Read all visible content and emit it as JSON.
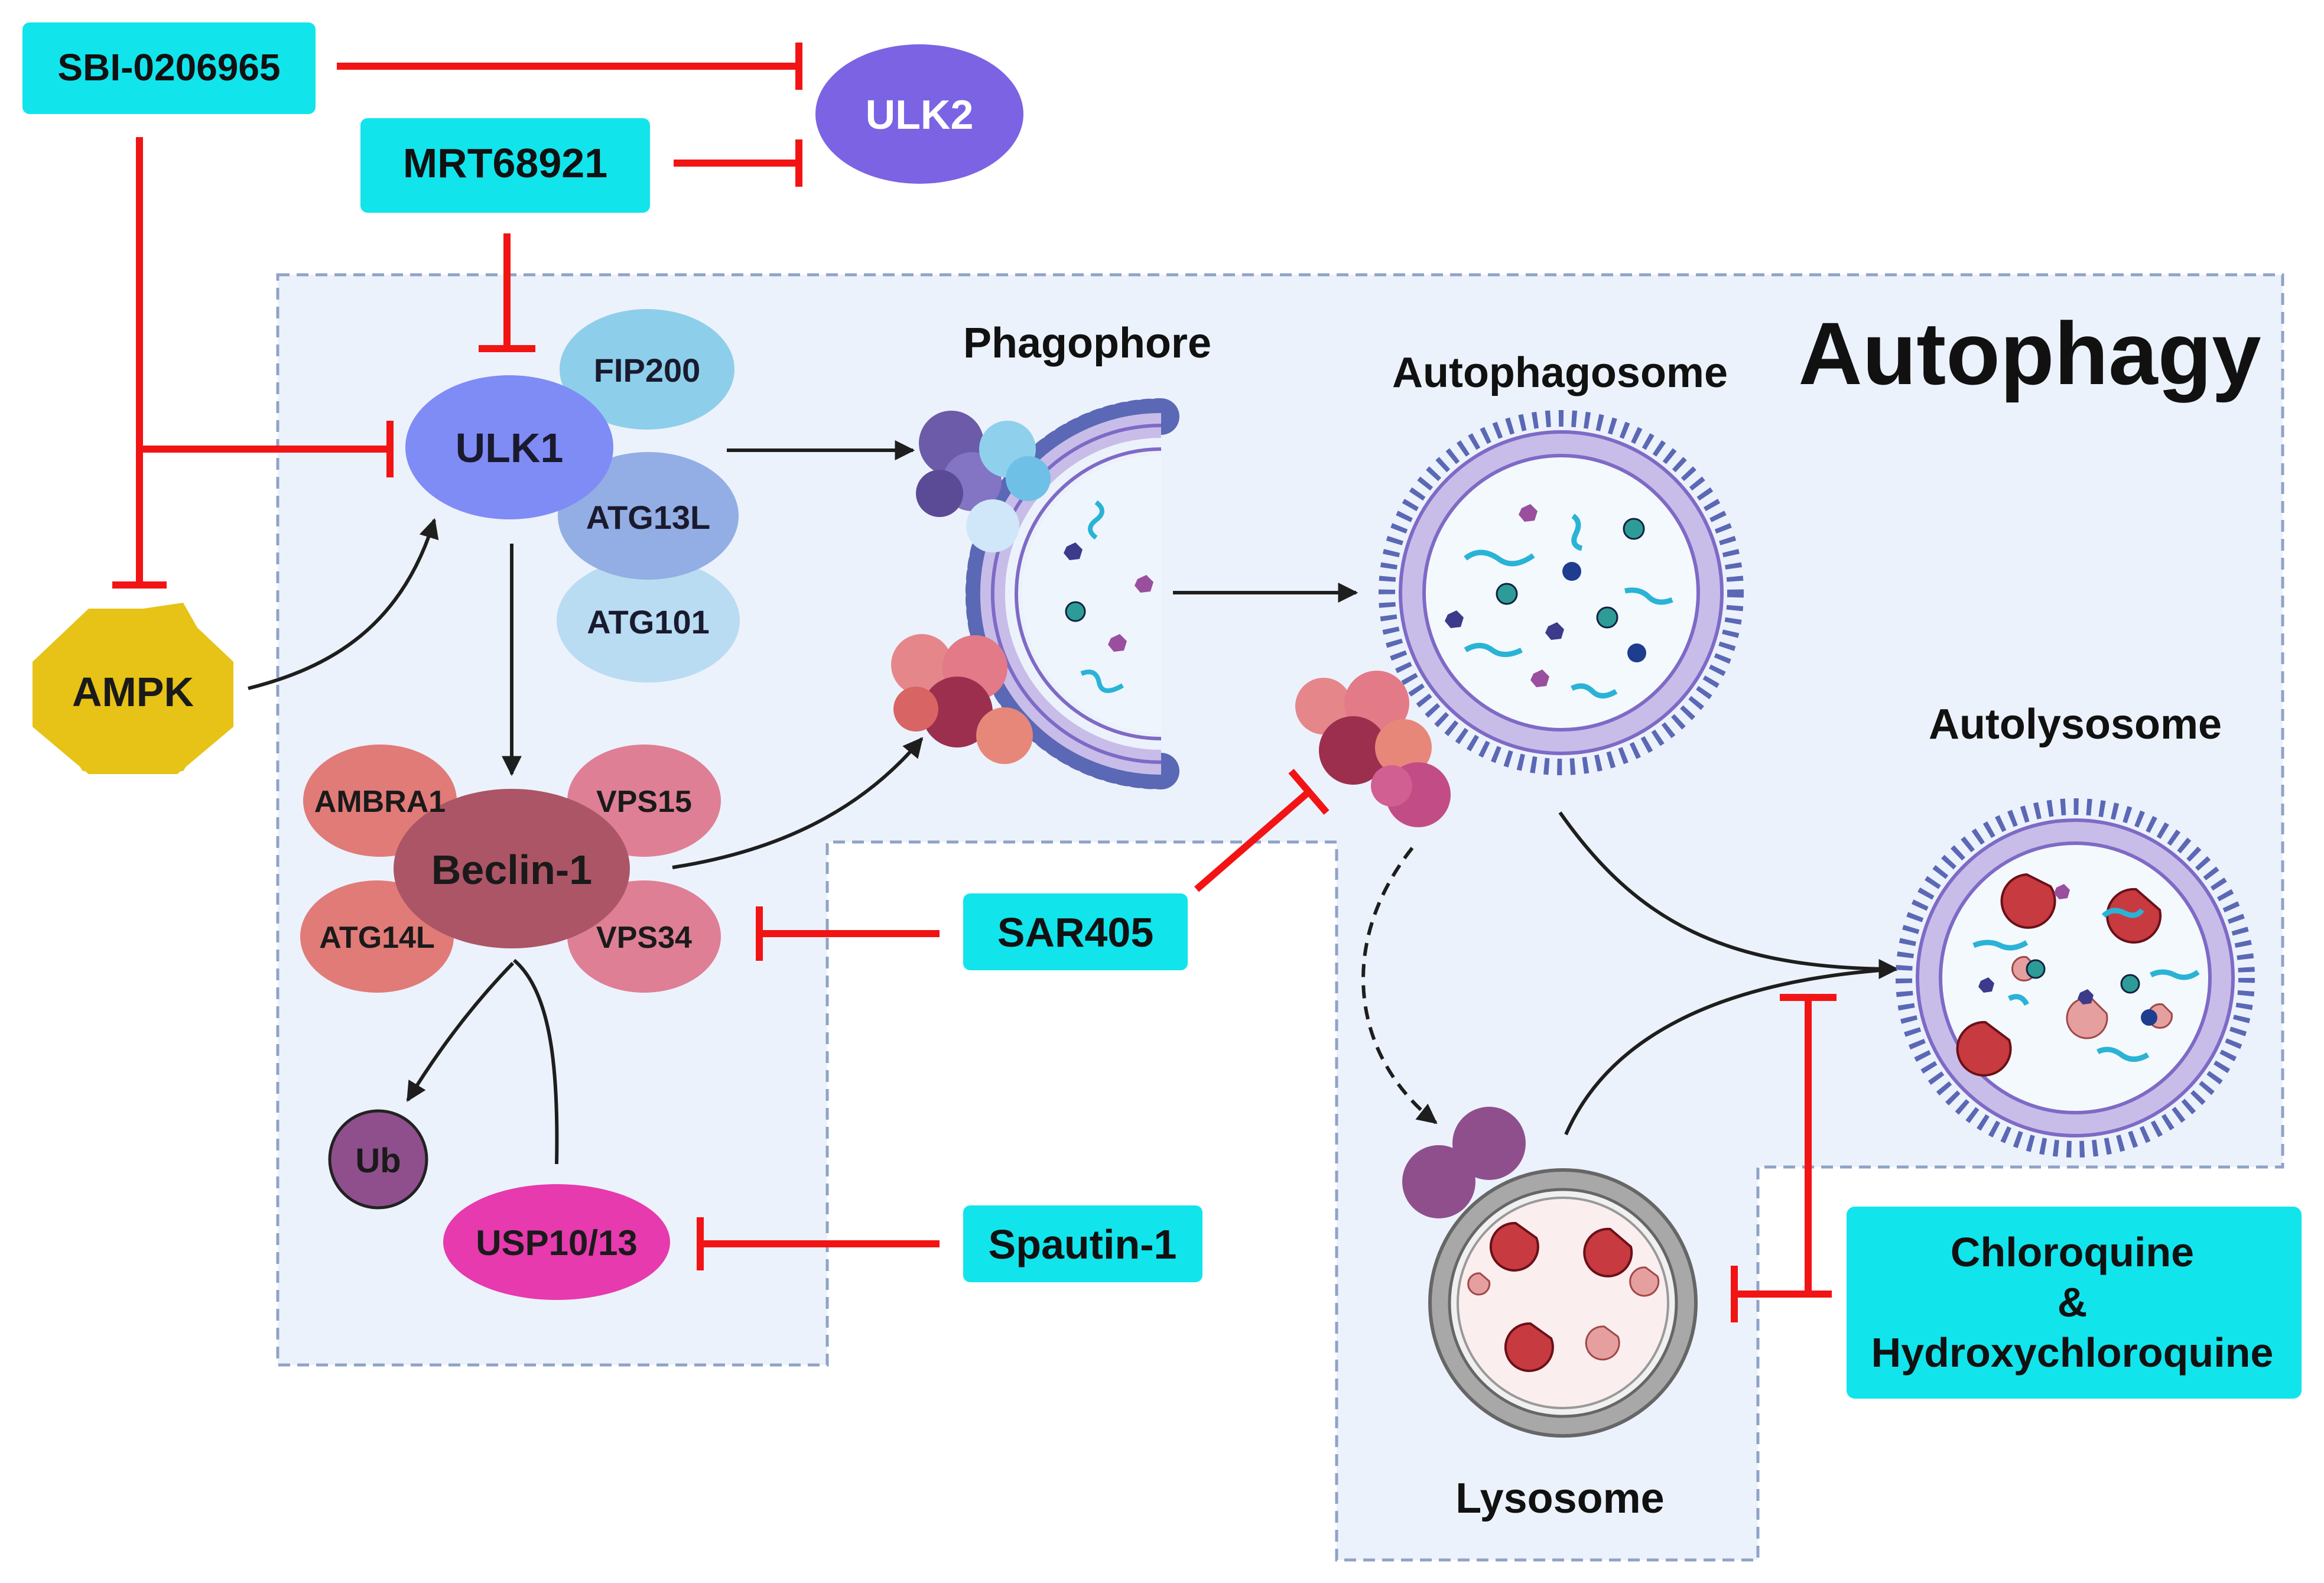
{
  "title": "Autophagy",
  "inhibitors": {
    "sbi": "SBI-0206965",
    "mrt": "MRT68921",
    "sar": "SAR405",
    "spautin": "Spautin-1",
    "chloroquine_line1": "Chloroquine",
    "chloroquine_line2": "&",
    "chloroquine_line3": "Hydroxychloroquine"
  },
  "proteins": {
    "ulk2": "ULK2",
    "ulk1": "ULK1",
    "fip200": "FIP200",
    "atg13l": "ATG13L",
    "atg101": "ATG101",
    "ampk": "AMPK",
    "beclin": "Beclin-1",
    "ambra1": "AMBRA1",
    "vps15": "VPS15",
    "atg14l": "ATG14L",
    "vps34": "VPS34",
    "ub": "Ub",
    "usp": "USP10/13"
  },
  "stages": {
    "phagophore": "Phagophore",
    "autophagosome": "Autophagosome",
    "autolysosome": "Autolysosome",
    "lysosome": "Lysosome"
  },
  "colors": {
    "inhibitor_box": "#12e4ec",
    "inhibition": "#f21414",
    "region_fill": "#ecf2fb",
    "region_border": "#8fa3c7"
  }
}
